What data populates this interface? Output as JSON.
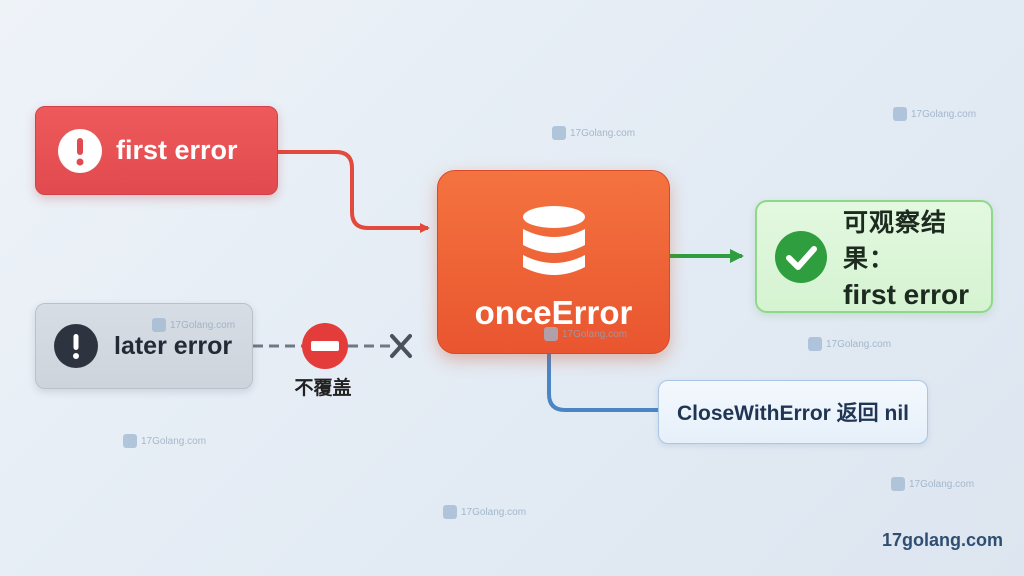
{
  "nodes": {
    "first_error": "first error",
    "later_error": "later error",
    "once_error": "onceError",
    "result_line1": "可观察结果：",
    "result_line2": "first error",
    "close_with_error": "CloseWithError 返回 nil"
  },
  "labels": {
    "no_overwrite": "不覆盖"
  },
  "footer": "17golang.com",
  "watermark": "17Golang.com",
  "colors": {
    "first_error": "#e14a4f",
    "later_error": "#cdd4dc",
    "once_error": "#e9552f",
    "result": "#d5f3d1",
    "close_box": "#e6f0fa",
    "arrow_red": "#e14a3c",
    "arrow_green": "#2e9e3e",
    "arrow_blue": "#4a86c5",
    "blocked_red": "#e43b3b"
  },
  "icons": {
    "first_error": "exclamation-circle-icon",
    "later_error": "exclamation-circle-icon",
    "once_error": "database-icon",
    "result": "check-circle-icon",
    "blocked": "no-entry-icon",
    "rejected": "x-mark-icon"
  }
}
